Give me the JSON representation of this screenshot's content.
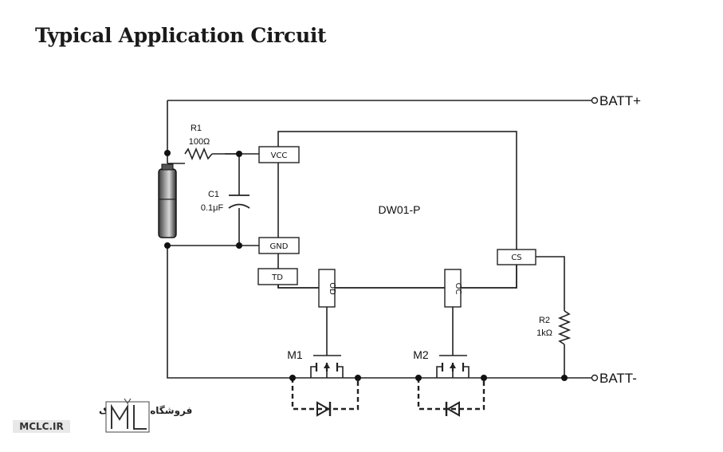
{
  "title": "Typical Application Circuit",
  "chip": {
    "name": "DW01-P"
  },
  "pins": {
    "vcc": "VCC",
    "gnd": "GND",
    "td": "TD",
    "cs": "CS",
    "od": "OD",
    "oc": "OC"
  },
  "components": {
    "r1_name": "R1",
    "r1_value": "100Ω",
    "c1_name": "C1",
    "c1_value": "0.1μF",
    "r2_name": "R2",
    "r2_value": "1kΩ",
    "m1": "M1",
    "m2": "M2"
  },
  "terminals": {
    "batt_plus": "BATT+",
    "batt_minus": "BATT-"
  },
  "watermark": {
    "text": "فروشگاه مکاترونیک",
    "url": "MCLC.IR"
  }
}
